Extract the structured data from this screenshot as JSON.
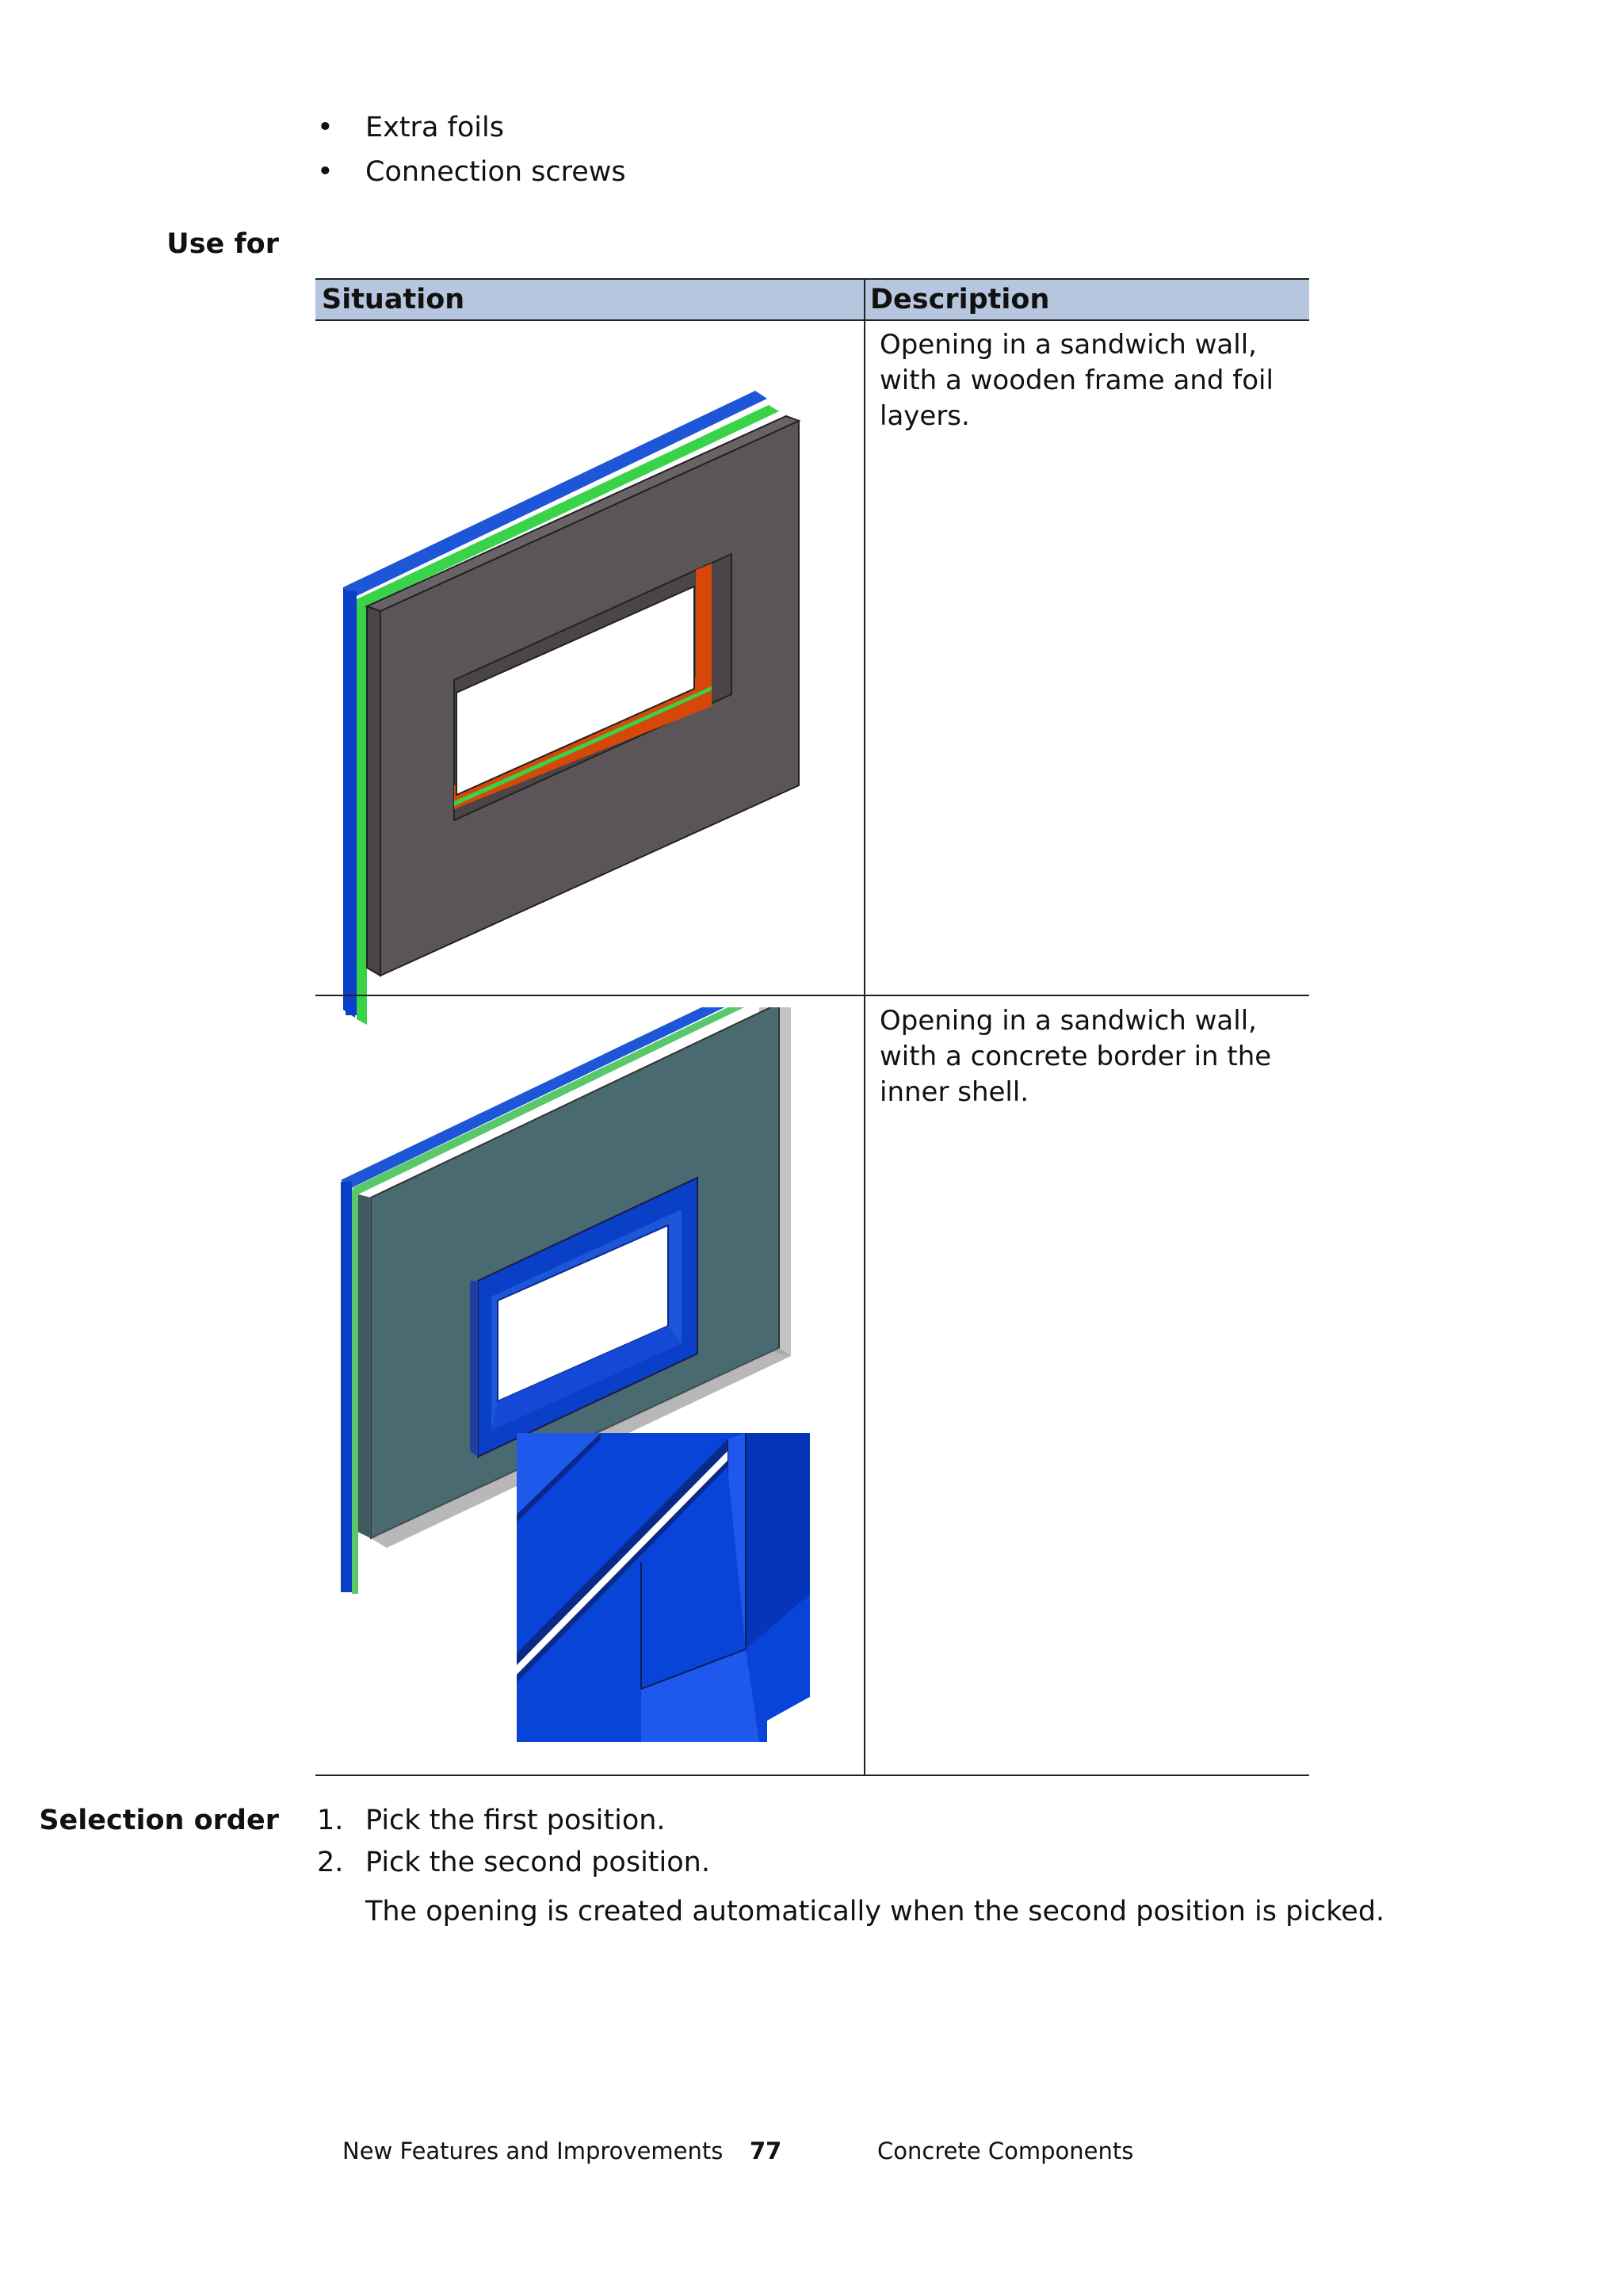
{
  "bullets": [
    {
      "marker": "•",
      "text": "Extra foils"
    },
    {
      "marker": "•",
      "text": "Connection screws"
    }
  ],
  "use_for": {
    "label": "Use for",
    "table": {
      "headers": {
        "situation": "Situation",
        "description": "Description"
      },
      "rows": [
        {
          "description": "Opening in a sandwich wall, with a wooden frame and foil layers."
        },
        {
          "description": "Opening in a sandwich wall, with a concrete border in the inner shell."
        }
      ]
    }
  },
  "selection_order": {
    "label": "Selection order",
    "steps": [
      {
        "marker": "1.",
        "text": "Pick the first position."
      },
      {
        "marker": "2.",
        "text": "Pick the second position."
      }
    ],
    "note": "The opening is created automatically when the second position is picked."
  },
  "footer": {
    "left": "New Features and Improvements",
    "page": "77",
    "right": "Concrete Components"
  },
  "colors": {
    "header_bg": "#b7c6df",
    "foil_blue": "#0a3fc8",
    "foil_green": "#39d34a",
    "concrete_gray": "#5c5557",
    "frame_orange": "#d6480a"
  }
}
